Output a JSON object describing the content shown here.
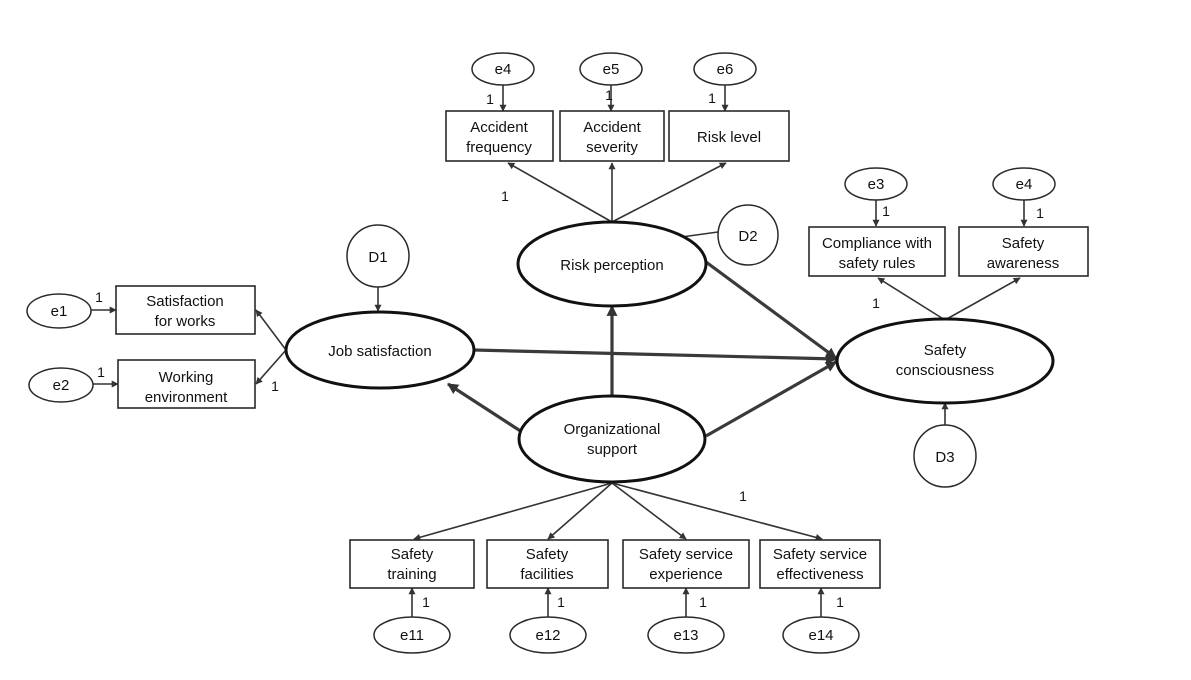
{
  "latent": {
    "job_satisfaction": "Job satisfaction",
    "risk_perception": "Risk perception",
    "organizational_support": [
      "Organizational",
      "support"
    ],
    "safety_consciousness": [
      "Safety",
      "consciousness"
    ]
  },
  "observed": {
    "accident_frequency": [
      "Accident",
      "frequency"
    ],
    "accident_severity": [
      "Accident",
      "severity"
    ],
    "risk_level": [
      "Risk level"
    ],
    "compliance": [
      "Compliance with",
      "safety rules"
    ],
    "safety_awareness": [
      "Safety",
      "awareness"
    ],
    "satisfaction_works": [
      "Satisfaction",
      "for works"
    ],
    "working_environment": [
      "Working",
      "environment"
    ],
    "safety_training": [
      "Safety",
      "training"
    ],
    "safety_facilities": [
      "Safety",
      "facilities"
    ],
    "service_experience": [
      "Safety service",
      "experience"
    ],
    "service_effectiveness": [
      "Safety service",
      "effectiveness"
    ]
  },
  "errors": {
    "e4_top": "e4",
    "e5": "e5",
    "e6": "e6",
    "e3": "e3",
    "e4_right": "e4",
    "e1": "e1",
    "e2": "e2",
    "e11": "e11",
    "e12": "e12",
    "e13": "e13",
    "e14": "e14"
  },
  "disturbances": {
    "d1": "D1",
    "d2": "D2",
    "d3": "D3"
  },
  "loading_label": "1"
}
